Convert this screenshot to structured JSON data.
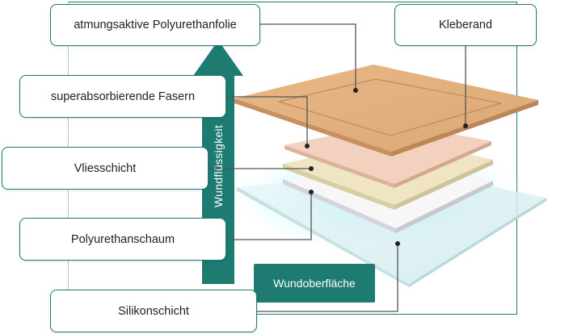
{
  "labels": {
    "foil": "atmungsaktive Polyurethanfolie",
    "adhesive_edge": "Kleberand",
    "fibers": "superabsorbierende Fasern",
    "fleece": "Vliesschicht",
    "foam": "Polyurethanschaum",
    "silicone": "Silikonschicht"
  },
  "arrow_label": "Wundflüssigkeit",
  "wound_surface_label": "Wundoberfläche",
  "colors": {
    "accent": "#1e7b72",
    "foil_layer": "#e2b07e",
    "fibers_layer": "#f2d2be",
    "fleece_layer": "#efe5c3",
    "foam_layer": "#f7f7f7",
    "silicone_layer": "#d8eef0"
  }
}
